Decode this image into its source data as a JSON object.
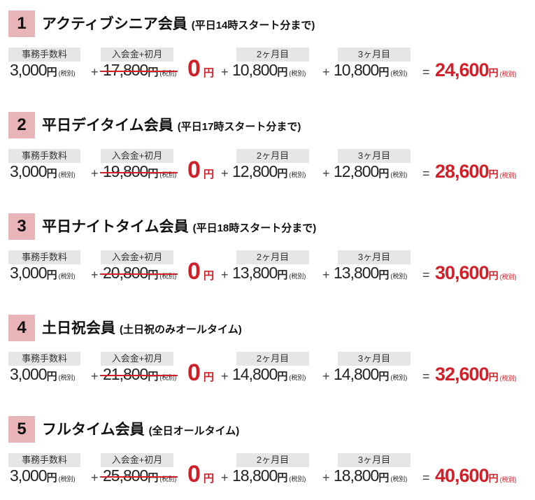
{
  "labels": {
    "fee": "事務手数料",
    "entry": "入会金+初月",
    "m2": "2ヶ月目",
    "m3": "3ヶ月目",
    "yen": "円",
    "tax": "(税別)",
    "plus": "+",
    "eq": "=",
    "zero": "0"
  },
  "plans": [
    {
      "num": "1",
      "name": "アクティブシニア会員",
      "note": "(平日14時スタート分まで)",
      "fee": "3,000",
      "entry": "17,800",
      "m2": "10,800",
      "m3": "10,800",
      "total": "24,600"
    },
    {
      "num": "2",
      "name": "平日デイタイム会員",
      "note": "(平日17時スタート分まで)",
      "fee": "3,000",
      "entry": "19,800",
      "m2": "12,800",
      "m3": "12,800",
      "total": "28,600"
    },
    {
      "num": "3",
      "name": "平日ナイトタイム会員",
      "note": "(平日18時スタート分まで)",
      "fee": "3,000",
      "entry": "20,800",
      "m2": "13,800",
      "m3": "13,800",
      "total": "30,600"
    },
    {
      "num": "4",
      "name": "土日祝会員",
      "note": "(土日祝のみオールタイム)",
      "fee": "3,000",
      "entry": "21,800",
      "m2": "14,800",
      "m3": "14,800",
      "total": "32,600"
    },
    {
      "num": "5",
      "name": "フルタイム会員",
      "note": "(全日オールタイム)",
      "fee": "3,000",
      "entry": "25,800",
      "m2": "18,800",
      "m3": "18,800",
      "total": "40,600"
    }
  ]
}
